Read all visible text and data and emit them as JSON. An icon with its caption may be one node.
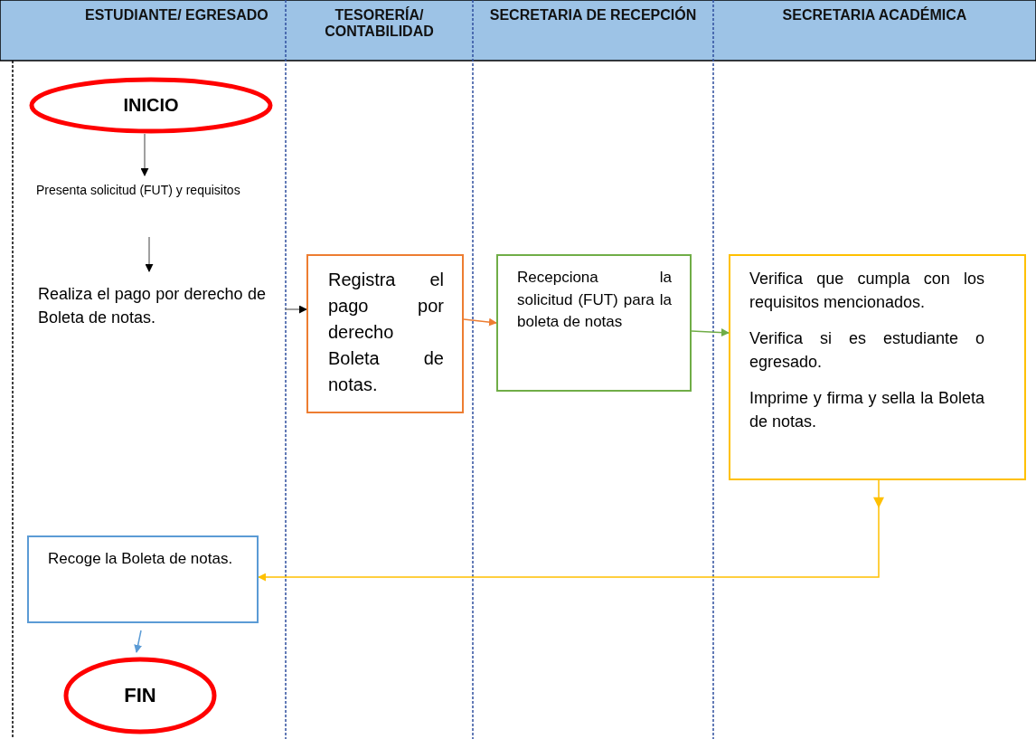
{
  "diagram": {
    "nodes": [
      {
        "text": [
          "INICIO"
        ]
      },
      {
        "text": [
          "Presenta solicitud (FUT) y requisitos"
        ]
      },
      {
        "text": [
          "Realiza el pago por derecho de Boleta de notas."
        ]
      },
      {
        "text": [
          "Registra el pago por derecho Boleta de notas."
        ]
      },
      {
        "text": [
          "Recepciona la solicitud (FUT) para la boleta de notas"
        ]
      },
      {
        "text": [
          "Verifica que cumpla con los requisitos mencionados.",
          "Verifica si es estudiante o egresado.",
          "Imprime y firma y sella la Boleta de notas."
        ]
      },
      {
        "text": [
          "Recoge la Boleta de notas."
        ]
      },
      {
        "text": [
          "FIN"
        ]
      }
    ],
    "edges": [
      {
        "from": 0,
        "to": 1,
        "arrow": "to"
      },
      {
        "from": 1,
        "to": 2,
        "arrow": "to"
      },
      {
        "from": 2,
        "to": 3,
        "arrow": "to"
      },
      {
        "from": 3,
        "to": 4,
        "arrow": "to",
        "color": "#ed7d31"
      },
      {
        "from": 4,
        "to": 5,
        "arrow": "to",
        "color": "#70ad47"
      },
      {
        "from": 5,
        "to": 6,
        "arrow": "to",
        "color": "#ffc000"
      },
      {
        "from": 6,
        "to": 7,
        "arrow": "to",
        "color": "#5b9bd5"
      }
    ],
    "labels": [
      "ESTUDIANTE/ EGRESADO",
      "TESORERÍA/ CONTABILIDAD",
      "SECRETARIA DE RECEPCIÓN",
      "SECRETARIA ACADÉMICA"
    ]
  }
}
